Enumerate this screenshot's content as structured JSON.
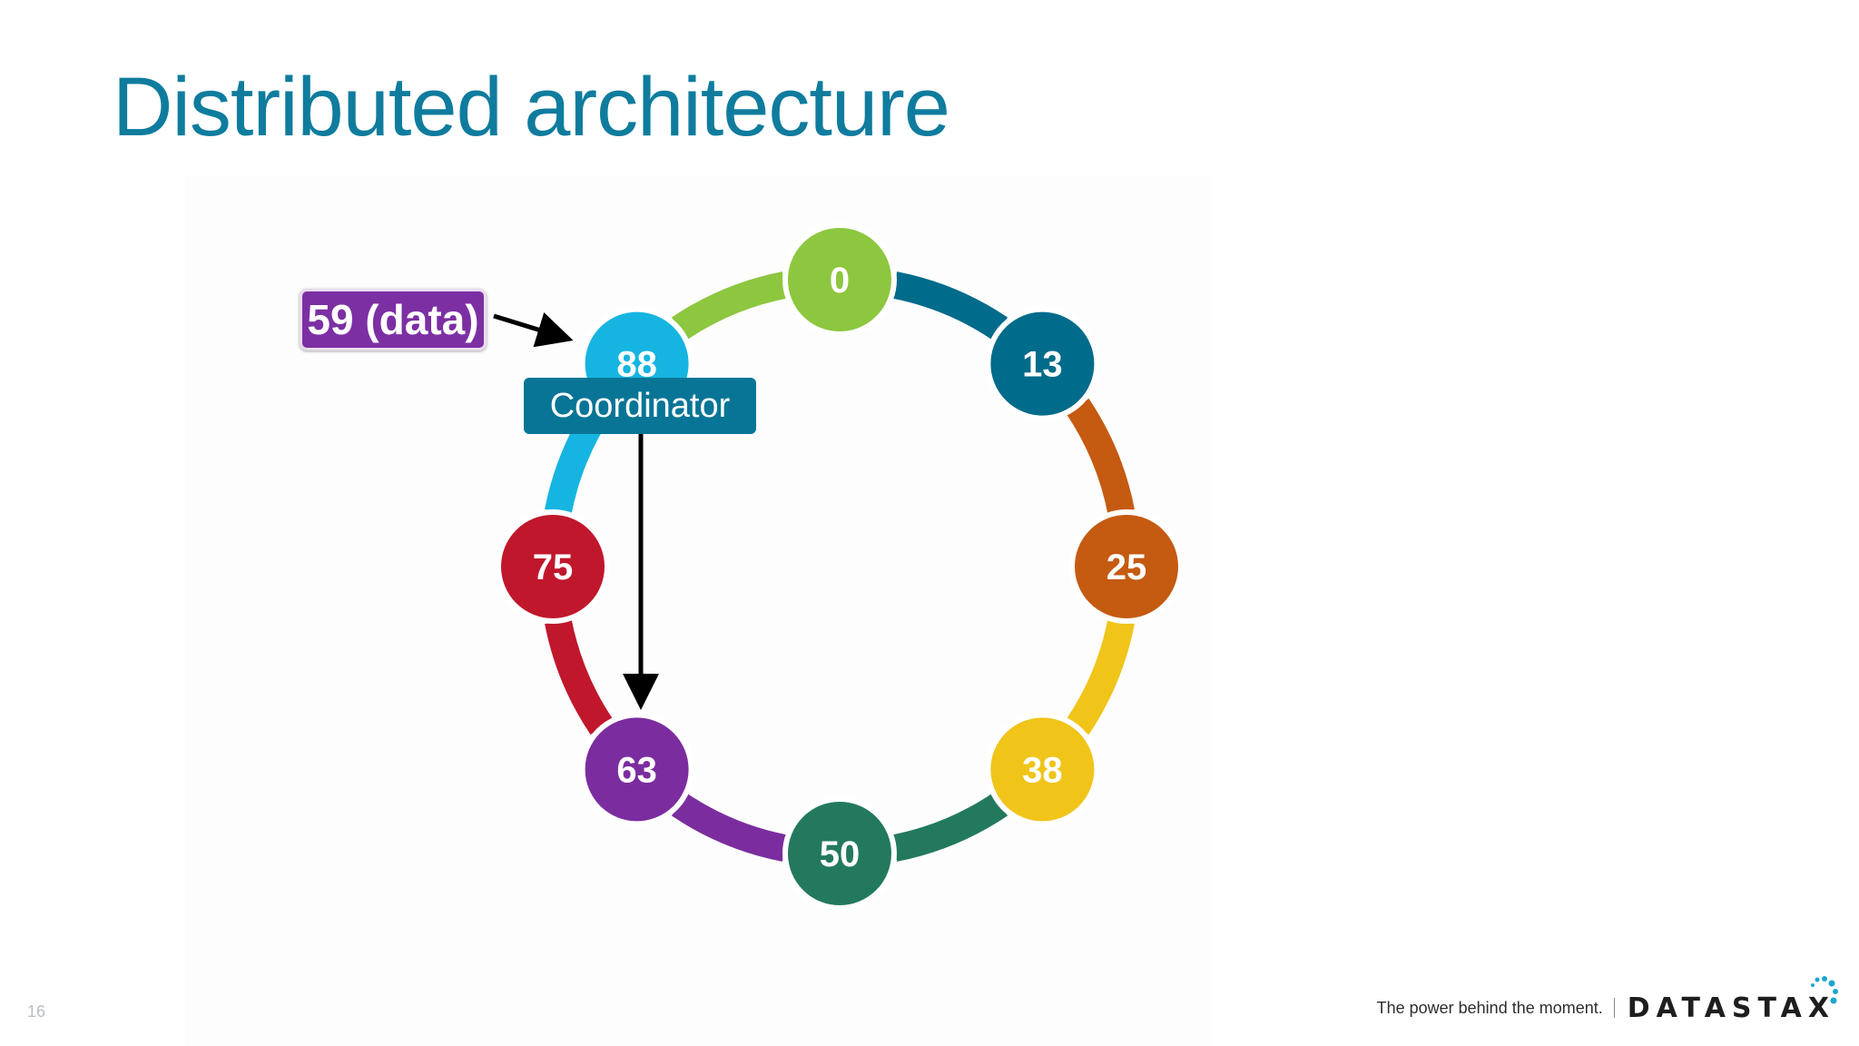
{
  "slide": {
    "title": "Distributed architecture",
    "page_number": "16"
  },
  "diagram": {
    "nodes": [
      {
        "token": "0",
        "color": "#8dc63f"
      },
      {
        "token": "13",
        "color": "#006b8a"
      },
      {
        "token": "25",
        "color": "#c55a11"
      },
      {
        "token": "38",
        "color": "#f0c419"
      },
      {
        "token": "50",
        "color": "#23795e"
      },
      {
        "token": "63",
        "color": "#7b2d9f"
      },
      {
        "token": "75",
        "color": "#c0172c"
      },
      {
        "token": "88",
        "color": "#16b5e1"
      }
    ],
    "data_label": "59 (data)",
    "data_color": "#7c2fa3",
    "coordinator_label": "Coordinator",
    "coordinator_color": "#087596"
  },
  "footer": {
    "tagline": "The power behind the moment.",
    "brand": "DATASTAX",
    "brand_dots_color": "#1aa6cf"
  }
}
